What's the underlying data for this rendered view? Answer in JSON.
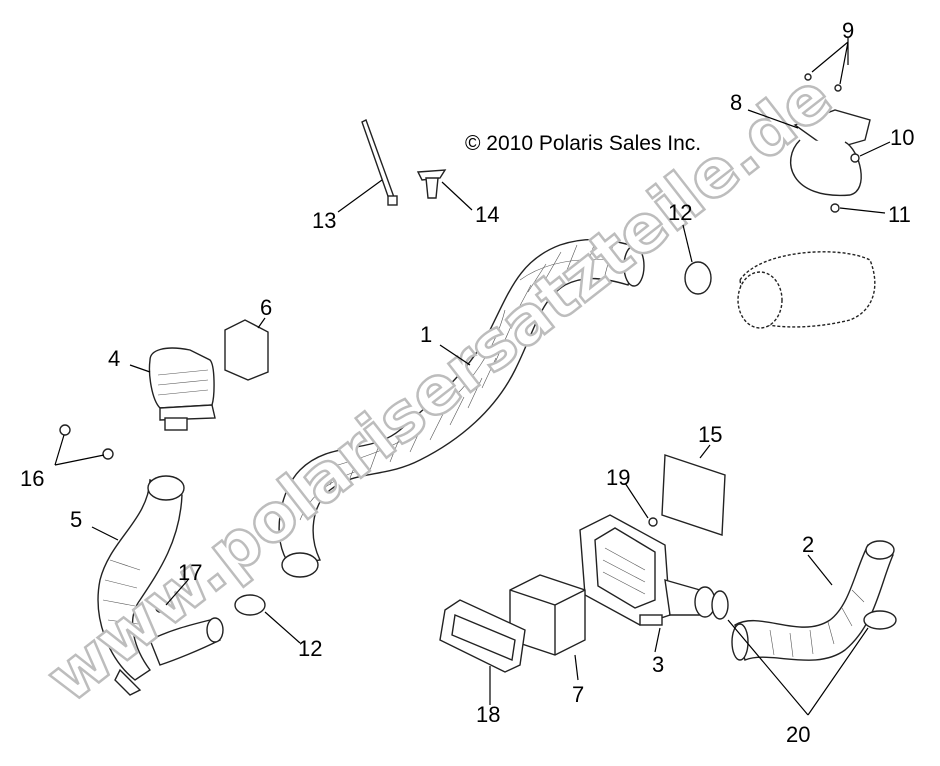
{
  "copyright": "© 2010 Polaris Sales Inc.",
  "watermark": "www.polarisersatzteile.de",
  "callouts": {
    "c1": "1",
    "c2": "2",
    "c3": "3",
    "c4": "4",
    "c5": "5",
    "c6": "6",
    "c7": "7",
    "c8": "8",
    "c9": "9",
    "c10": "10",
    "c11": "11",
    "c12a": "12",
    "c12b": "12",
    "c13": "13",
    "c14": "14",
    "c15": "15",
    "c16": "16",
    "c17": "17",
    "c18": "18",
    "c19": "19",
    "c20": "20"
  }
}
